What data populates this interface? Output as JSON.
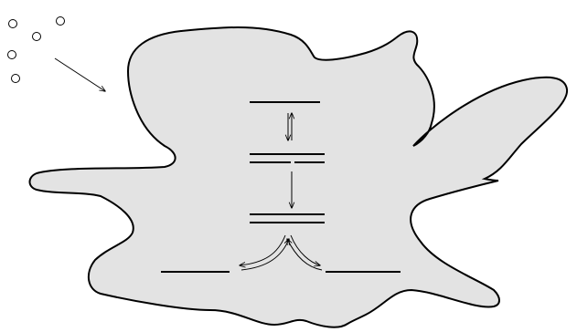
{
  "diagram": {
    "blob_fill": "#e3e3e3",
    "stroke": "#000000",
    "particle_count": 5,
    "levels": [
      {
        "id": "top-level",
        "style": "single"
      },
      {
        "id": "middle-level",
        "style": "double-split"
      },
      {
        "id": "lower-level",
        "style": "double"
      },
      {
        "id": "bottom-left-level",
        "style": "single"
      },
      {
        "id": "bottom-right-level",
        "style": "single"
      }
    ],
    "transitions": [
      {
        "from": "top-level",
        "to": "middle-level",
        "kind": "bidirectional"
      },
      {
        "from": "middle-level",
        "to": "lower-level",
        "kind": "downward"
      },
      {
        "from": "lower-level",
        "to": "bottom-left-level",
        "kind": "bidirectional-curved"
      },
      {
        "from": "lower-level",
        "to": "bottom-right-level",
        "kind": "bidirectional-curved"
      }
    ]
  }
}
